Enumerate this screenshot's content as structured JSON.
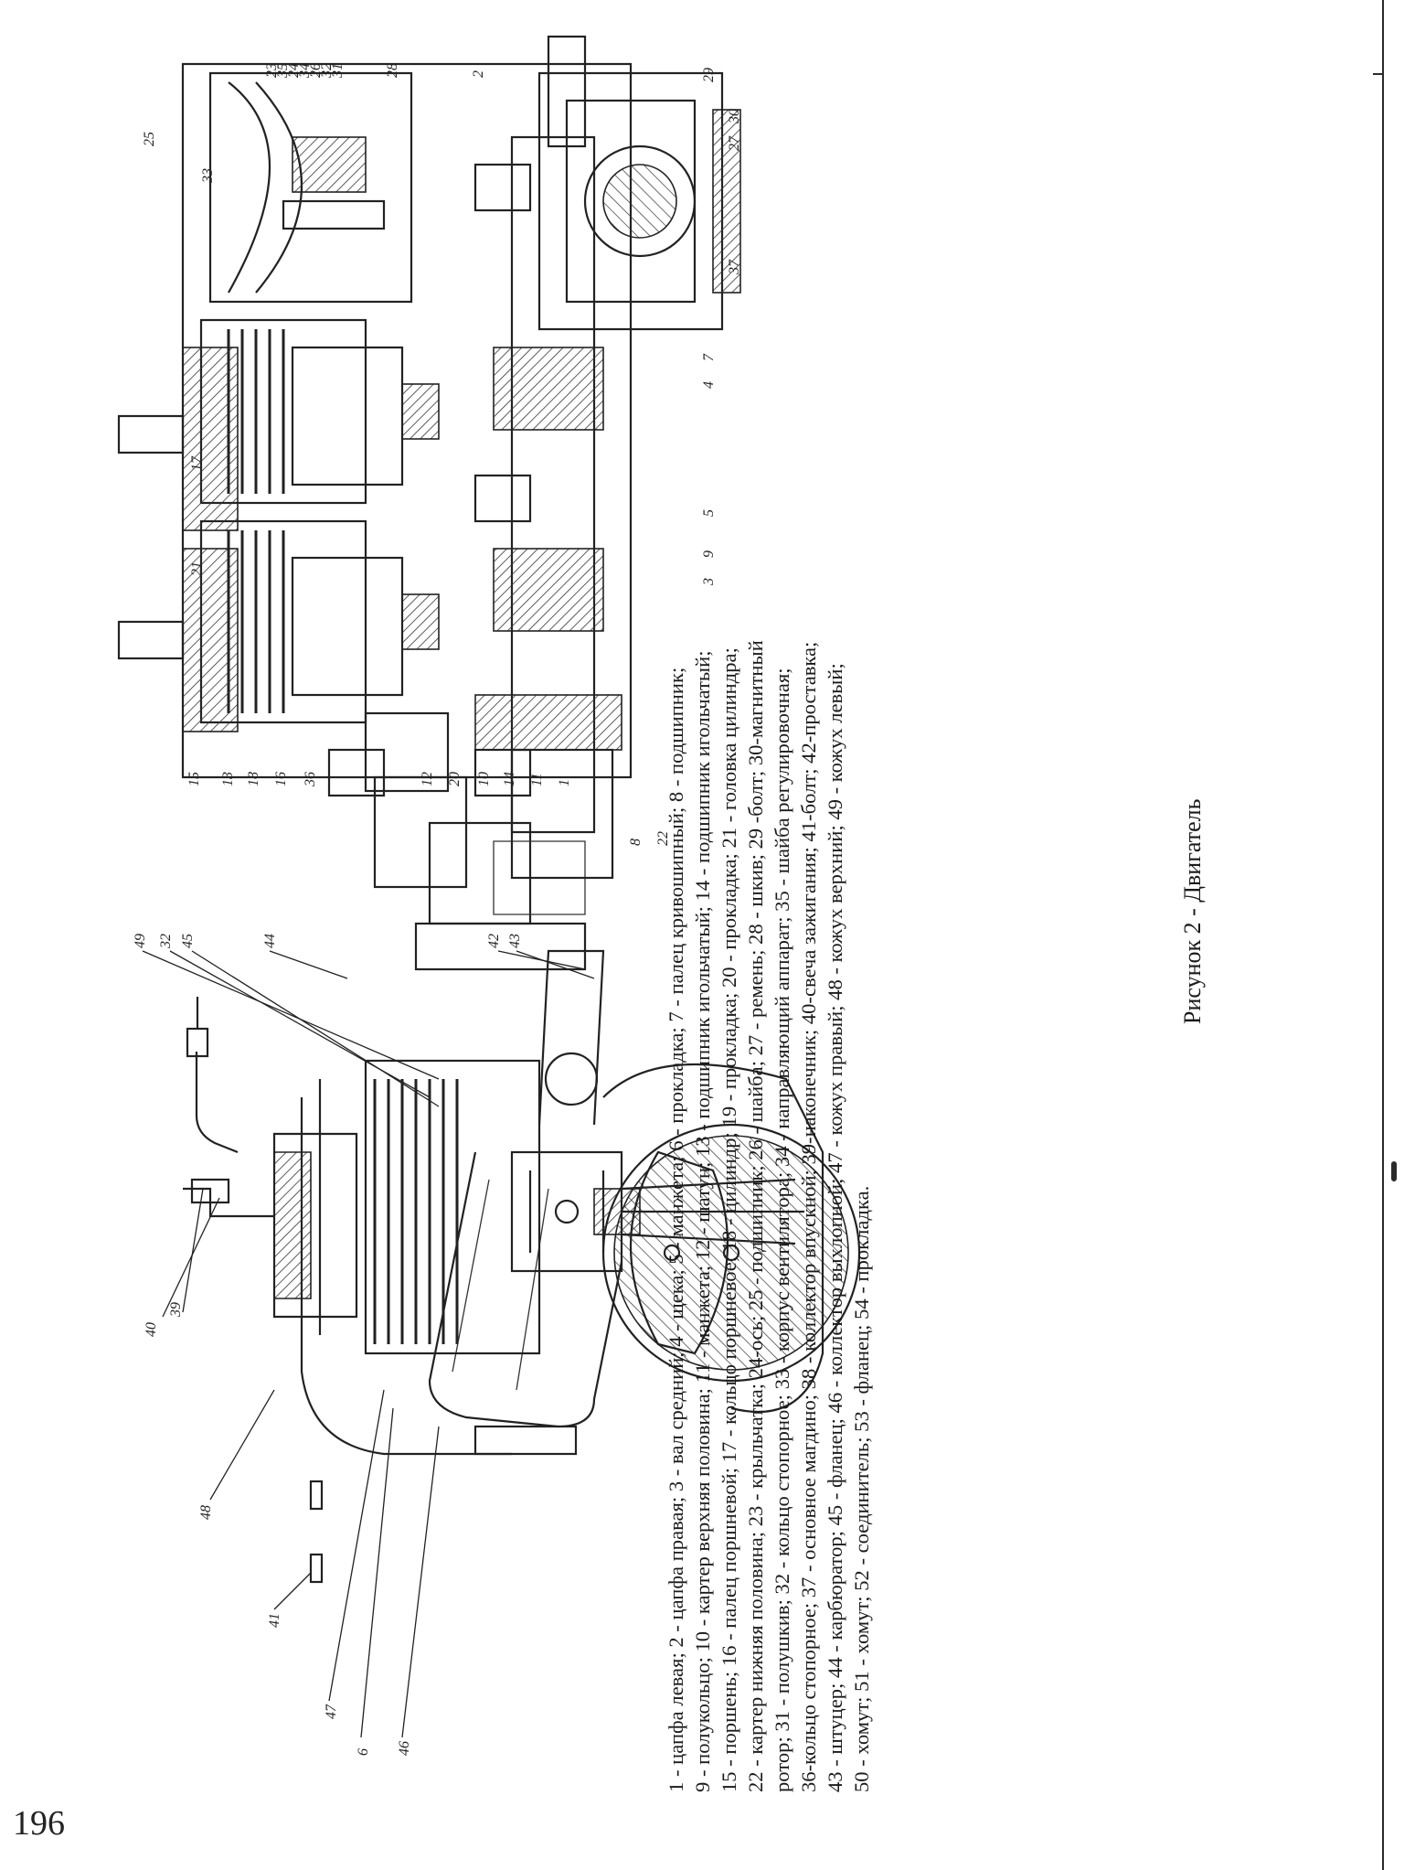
{
  "page_number": "196",
  "figure_caption": "Рисунок 2 - Двигатель",
  "legend_lines": [
    "1 - цапфа левая;  2 - цапфа правая; 3 - вал средний; 4 - щека; 5 - манжета; 6 - прокладка; 7 - палец кривошипный; 8 - подшипник;",
    "9 - полукольцо; 10 - картер верхняя половина; 11 - манжета; 12 - шатун; 13 - подшипник игольчатый; 14 - подшипник игольчатый;",
    "15 - поршень; 16 - палец поршневой; 17 - кольцо поршневое; 18 - цилиндр; 19 - прокладка; 20 - прокладка; 21 - головка цилиндра;",
    "22 - картер нижняя половина; 23 - крыльчатка; 24-ось; 25 - подшипник; 26 - шайба; 27 - ремень; 28 - шкив; 29 -болт; 30-магнитный",
    "ротор; 31 - полушкив; 32 - кольцо стопорное; 33 - корпус вентилятора; 34 - направляющий аппарат; 35 - шайба регулировочная;",
    "36-кольцо стопорное; 37 - основное магдино; 38 - коллектор впускной; 39-наконечник; 40-свеча зажигания; 41-болт; 42-проставка;",
    "43 - штуцер; 44 - карбюратор; 45 - фланец; 46 - коллектор выхлопной; 47 - кожух правый; 48 - кожух верхний; 49 - кожух левый;",
    "50 - хомут; 51 - хомут; 52 - соединитель; 53 - фланец; 54 - прокладка."
  ],
  "left_view_callouts": [
    "40",
    "39",
    "48",
    "41",
    "47",
    "6",
    "46",
    "49",
    "32",
    "45",
    "44",
    "42",
    "43"
  ],
  "right_view_callouts": [
    "15",
    "13",
    "18",
    "16",
    "36",
    "21",
    "17",
    "12",
    "20",
    "10",
    "14",
    "11",
    "1",
    "8",
    "22",
    "3",
    "9",
    "5",
    "4",
    "7",
    "37",
    "27",
    "30",
    "29",
    "2",
    "28",
    "23",
    "33",
    "25",
    "35",
    "24",
    "34",
    "26",
    "32",
    "31"
  ]
}
